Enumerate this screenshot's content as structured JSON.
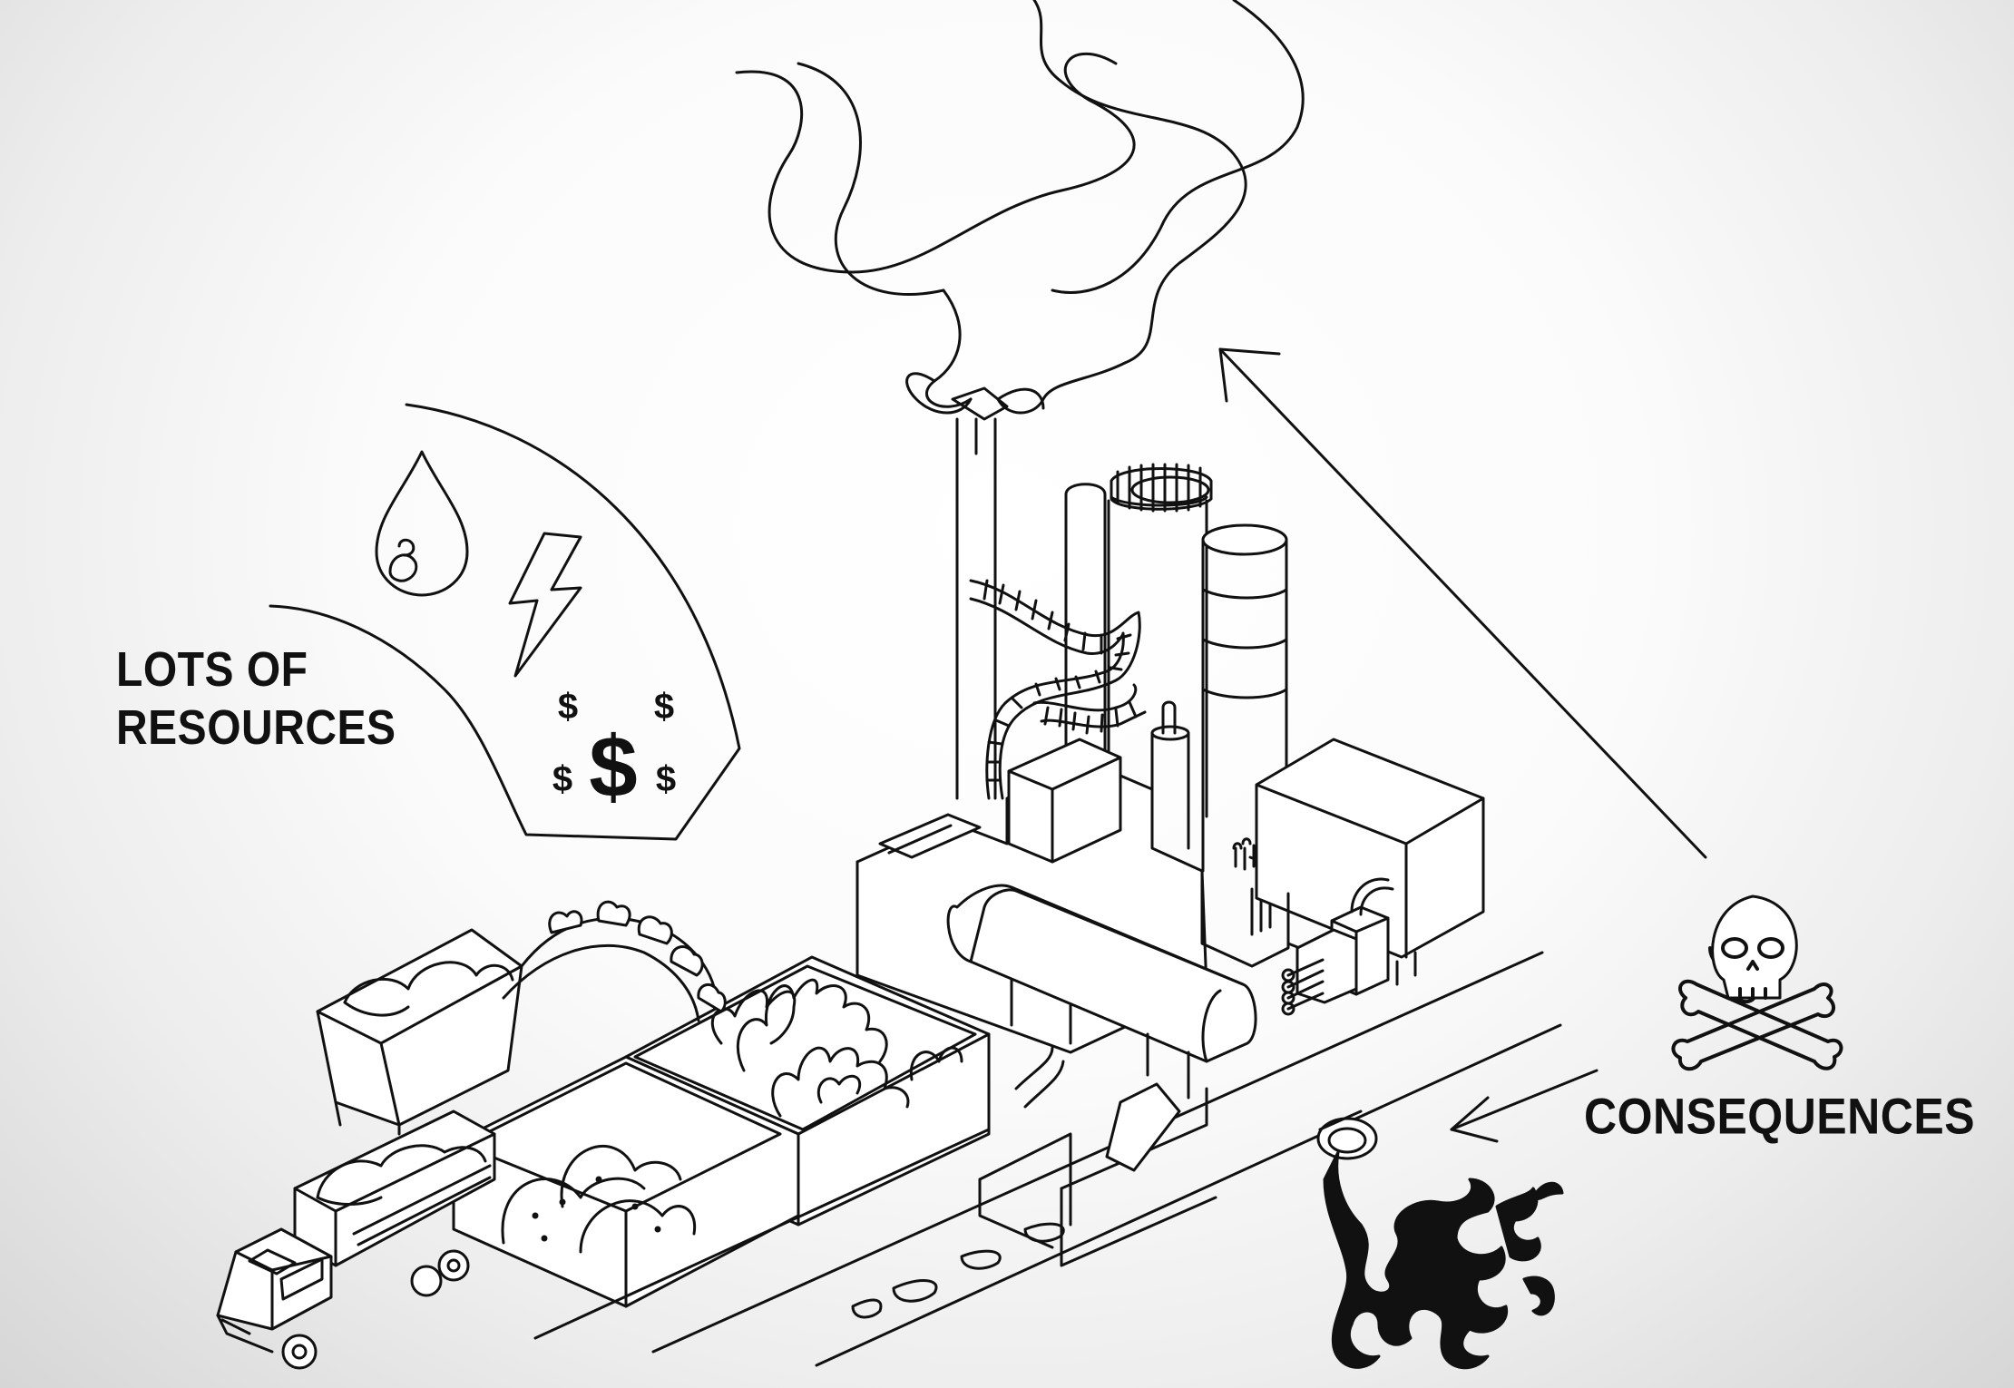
{
  "labels": {
    "resources_line1": "LOTS OF",
    "resources_line2": "RESOURCES",
    "consequences": "CONSEQUENCES"
  },
  "icons": [
    "smoke",
    "smokestack",
    "factory",
    "oil-drop-icon",
    "lightning-icon",
    "dollar-icons",
    "skull-crossbones-icon",
    "mine-cart",
    "dump-truck",
    "coal-pile",
    "furnace-fire",
    "conveyor-belt",
    "waste-pipe",
    "sludge-discharge",
    "arrow-to-smoke",
    "arrow-to-pipe"
  ],
  "colors": {
    "ink": "#111111",
    "background": "#f4f4f4"
  }
}
